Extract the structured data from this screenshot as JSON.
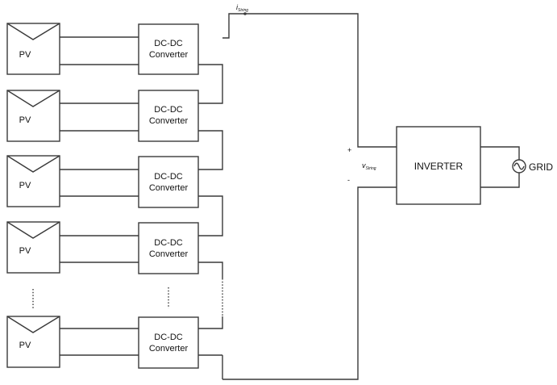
{
  "modules": [
    {
      "pv_label": "PV",
      "converter_line1": "DC-DC",
      "converter_line2": "Converter"
    },
    {
      "pv_label": "PV",
      "converter_line1": "DC-DC",
      "converter_line2": "Converter"
    },
    {
      "pv_label": "PV",
      "converter_line1": "DC-DC",
      "converter_line2": "Converter"
    },
    {
      "pv_label": "PV",
      "converter_line1": "DC-DC",
      "converter_line2": "Converter"
    },
    {
      "pv_label": "PV",
      "converter_line1": "DC-DC",
      "converter_line2": "Converter"
    }
  ],
  "string_current": {
    "symbol": "i",
    "subscript": "String"
  },
  "string_voltage": {
    "symbol": "v",
    "subscript": "String",
    "plus": "+",
    "minus": "-"
  },
  "inverter_label": "INVERTER",
  "grid_label": "GRID",
  "line_color": "#3a3a3a"
}
